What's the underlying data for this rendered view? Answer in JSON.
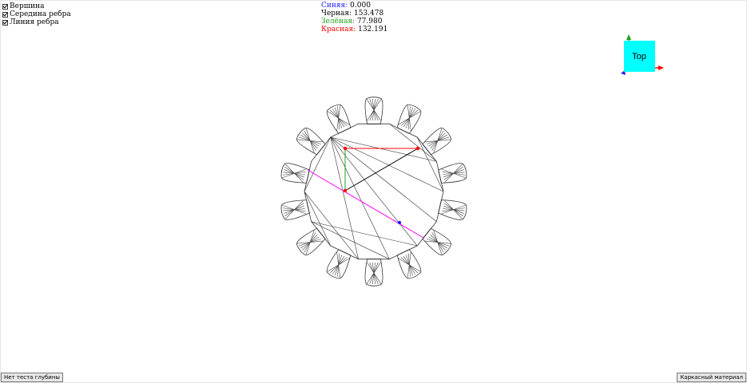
{
  "checkboxes": [
    {
      "label": "Вершина",
      "checked": true
    },
    {
      "label": "Середина ребра",
      "checked": true
    },
    {
      "label": "Линия ребра",
      "checked": true
    }
  ],
  "readout": {
    "blue_label": "Синяя:",
    "blue_value": "0.000",
    "black_label": "Черная:",
    "black_value": "153.478",
    "green_label": "Зелёная:",
    "green_value": "77.980",
    "red_label": "Красная:",
    "red_value": "132.191"
  },
  "colors": {
    "blue": "#1f1fff",
    "black": "#000000",
    "green": "#1aa01a",
    "red": "#ff0000",
    "magenta": "#ff00ff",
    "cube": "#00ffff"
  },
  "view_cube": {
    "label": "Top"
  },
  "buttons": {
    "depth_test": "Нет теста глубины",
    "wireframe": "Каркасный материал"
  },
  "gear": {
    "teeth": 14
  }
}
